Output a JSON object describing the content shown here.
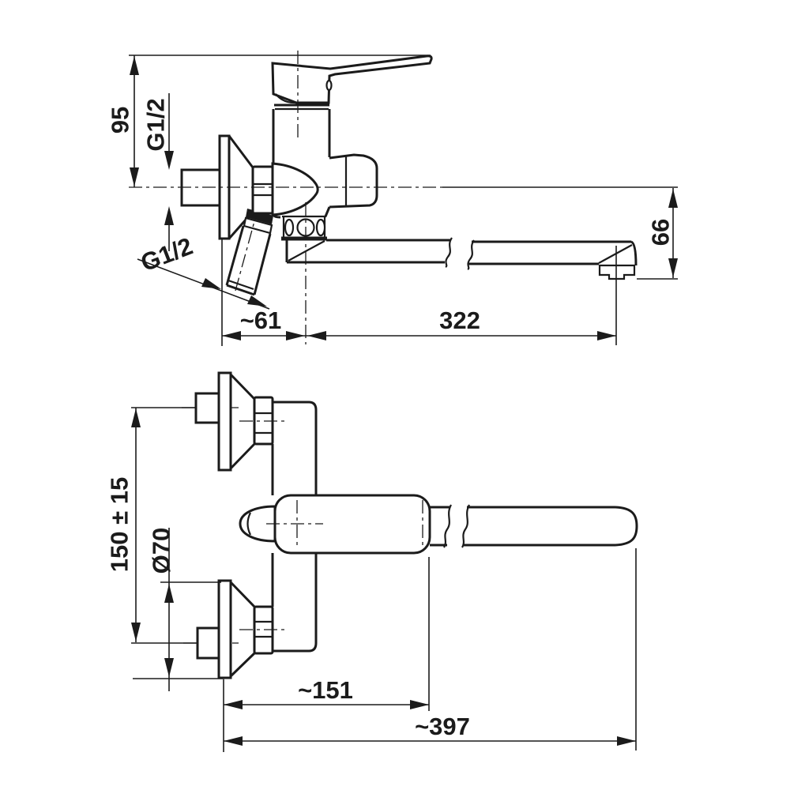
{
  "drawing": {
    "title": "wall-mounted single-lever mixer tap – dimensional drawing, two views",
    "line_color": "#1b1b1b",
    "background_color": "#ffffff",
    "side_view": {
      "dimensions": {
        "height": "95",
        "inlet_thread": "G1/2",
        "shower_thread": "G1/2",
        "wall_to_spout_axis": "~61",
        "spout_reach": "322",
        "axis_to_outlet_drop": "66"
      }
    },
    "plan_view": {
      "dimensions": {
        "inlet_centers": "150 ± 15",
        "rosette_diameter": "Ø70",
        "wall_to_body_front": "~151",
        "wall_to_spout_tip": "~397"
      }
    }
  }
}
